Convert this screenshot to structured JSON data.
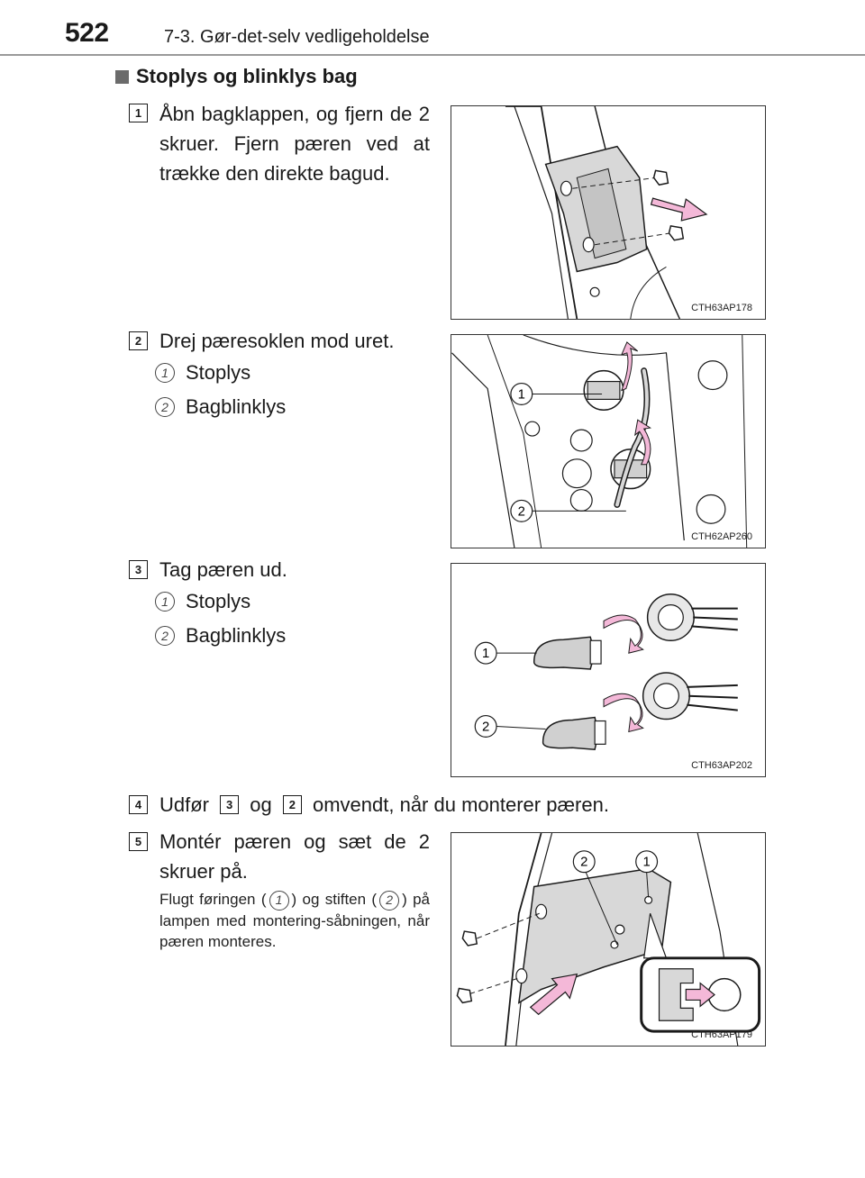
{
  "header": {
    "page_number": "522",
    "chapter": "7-3. Gør-det-selv vedligeholdelse"
  },
  "section": {
    "title": "Stoplys og blinklys bag"
  },
  "steps": [
    {
      "number": "1",
      "text": "Åbn bagklappen, og fjern de 2 skruer. Fjern pæren ved at trække den direkte bagud."
    },
    {
      "number": "2",
      "text": "Drej pæresoklen mod uret.",
      "items": [
        {
          "num": "1",
          "label": "Stoplys"
        },
        {
          "num": "2",
          "label": "Bagblinklys"
        }
      ]
    },
    {
      "number": "3",
      "text": "Tag pæren ud.",
      "items": [
        {
          "num": "1",
          "label": "Stoplys"
        },
        {
          "num": "2",
          "label": "Bagblinklys"
        }
      ]
    },
    {
      "number": "4",
      "text_before": "Udfør",
      "ref_a": "3",
      "text_mid": "og",
      "ref_b": "2",
      "text_after": "omvendt, når du monterer pæren."
    },
    {
      "number": "5",
      "text": "Montér pæren og sæt de 2 skruer på.",
      "note_a": "Flugt føringen (",
      "note_ref1": "1",
      "note_b": ") og stiften (",
      "note_ref2": "2",
      "note_c": ") på lampen med montering-såbningen, når pæren monteres."
    }
  ],
  "figures": [
    {
      "code": "CTH63AP178"
    },
    {
      "code": "CTH62AP260",
      "callouts": [
        "1",
        "2"
      ]
    },
    {
      "code": "CTH63AP202",
      "callouts": [
        "1",
        "2"
      ]
    },
    {
      "code": "CTH63AP179",
      "callouts": [
        "2",
        "1"
      ]
    }
  ],
  "colors": {
    "arrow": "#f4b8d8",
    "line": "#1a1a1a",
    "part": "#cccccc"
  }
}
